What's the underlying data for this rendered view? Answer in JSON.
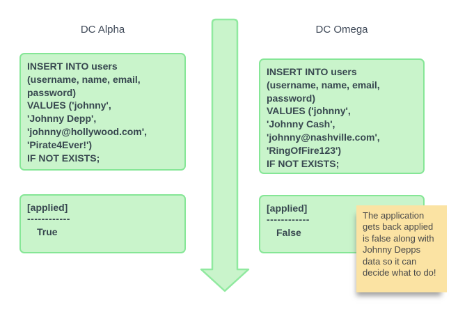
{
  "colors": {
    "box_fill": "#c9f4cb",
    "box_border": "#85e696",
    "arrow_fill": "#c9f4cb",
    "arrow_border": "#90e99f",
    "note_fill": "#fbe3a3",
    "query_text": "#37474f",
    "title_text": "#3e4857",
    "note_text": "#4a4a4a"
  },
  "diagram": {
    "columns": [
      {
        "title": "DC Alpha",
        "query": "INSERT INTO users\n(username, name, email,\npassword)\nVALUES ('johnny',\n'Johnny Depp',\n'johnny@hollywood.com',\n'Pirate4Ever!')\nIF NOT EXISTS;",
        "result_header": "[applied]",
        "result_divider": "------------",
        "result_value": "True"
      },
      {
        "title": "DC Omega",
        "query": "INSERT INTO users\n(username, name, email,\npassword)\nVALUES ('johnny',\n'Johnny Cash',\n'johnny@nashville.com',\n'RingOfFire123')\nIF NOT EXISTS;",
        "result_header": "[applied]",
        "result_divider": "------------",
        "result_value": "False"
      }
    ],
    "arrow_direction": "down",
    "sticky_note": "The application\ngets back applied\nis false along with\nJohnny Depps\ndata so it can\ndecide what to do!"
  }
}
